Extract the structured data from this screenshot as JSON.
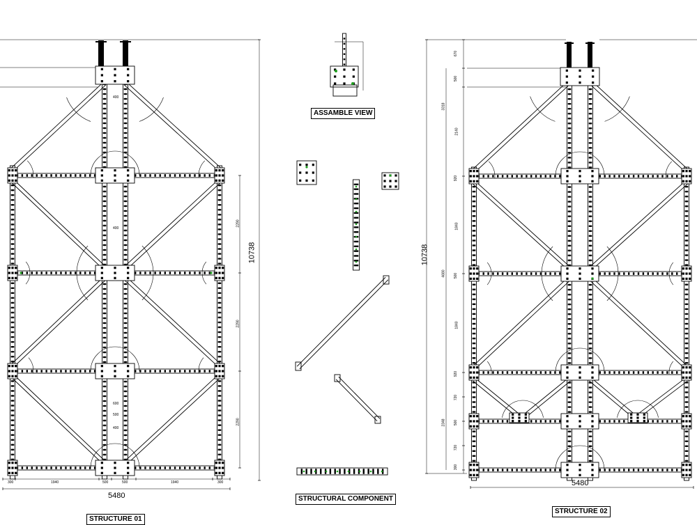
{
  "labels": {
    "assemble_view": "ASSAMBLE VIEW",
    "structural_component": "STRUCTURAL COMPONENT",
    "structure_01": "STRUCTURE 01",
    "structure_02": "STRUCTURE 02"
  },
  "structure_01": {
    "overall_height": "10738",
    "overall_width": "5480",
    "bottom_dims": [
      "300",
      "1940",
      "500",
      "500",
      "1940",
      "300"
    ],
    "center_dims": [
      "400",
      "400",
      "600",
      "500",
      "400"
    ],
    "right_dims": [
      "2290",
      "2290",
      "2290"
    ]
  },
  "structure_02": {
    "overall_height": "10738",
    "overall_width": "5480",
    "left_dims": [
      "670",
      "500",
      "3318",
      "2140",
      "920",
      "1840",
      "4680",
      "500",
      "1840",
      "920",
      "720",
      "2348",
      "500",
      "720",
      "300"
    ]
  },
  "colors": {
    "line": "#000000",
    "accent": "#1fa01f",
    "background": "#ffffff"
  }
}
